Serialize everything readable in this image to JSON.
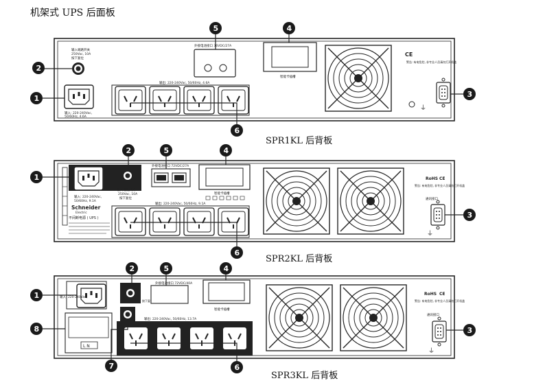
{
  "page_title": "机架式 UPS 后面板",
  "captions": {
    "spr1kl": "SPR1KL 后背板",
    "spr2kl": "SPR2KL 后背板",
    "spr3kl": "SPR3KL 后背板"
  },
  "callout_numbers": [
    "1",
    "2",
    "3",
    "4",
    "5",
    "6",
    "7",
    "8"
  ],
  "panel_labels": {
    "input_breaker": "输入端路开关",
    "breaker_rating": "250Vac, 10A",
    "press_reset": "按下复位",
    "input": "输入: 220-240Vac,",
    "input_freq_1k": "50/60Hz, 4.6A",
    "input_freq_2k": "50/60Hz, 9.1A",
    "battery_port_1k": "外接电池接口 36VDC/27A",
    "battery_port_2k": "外接电池接口 72VDC/27A",
    "battery_port_3k": "外接电池接口 72VDC/40A",
    "smart_slot": "智能卡插槽",
    "output_1k": "输出: 220-240Vac, 50/60Hz, 4.6A",
    "output_2k": "输出: 220-240Vac, 50/60Hz, 9.1A",
    "output_3k": "输出: 220-240Vac, 50/60Hz, 13.7A",
    "comm_port": "通讯接口",
    "warning": "警告: 有电危险, 非专业人员请勿打开机盖",
    "ce_mark": "CE",
    "rohs": "RoHS",
    "brand": "Schneider",
    "brand_sub": "Electric",
    "product": "不间断电源 ( UPS )",
    "terminal": "L N"
  },
  "colors": {
    "badge": "#1a1a1a",
    "line": "#222222"
  }
}
